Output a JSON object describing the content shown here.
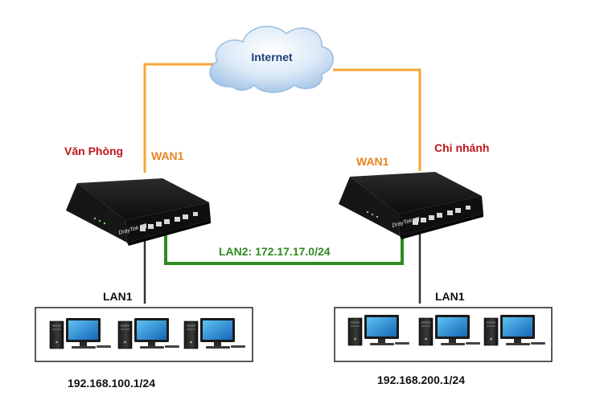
{
  "internet": {
    "label": "Internet"
  },
  "site_left": {
    "name": "Văn Phòng",
    "wan_label": "WAN1",
    "lan_label": "LAN1",
    "subnet": "192.168.100.1/24"
  },
  "site_right": {
    "name": "Chi nhánh",
    "wan_label": "WAN1",
    "lan_label": "LAN1",
    "subnet": "192.168.200.1/24"
  },
  "lan2_link": {
    "label": "LAN2: 172.17.17.0/24"
  },
  "router_brand": "DrayTek",
  "colors": {
    "wan_line": "#F5A636",
    "lan2_line": "#2E8B1E",
    "lan_line": "#333333",
    "site_name": "#C0141B",
    "wan_text": "#E8821E",
    "lan2_text": "#2E8B1E",
    "internet_text": "#1F3F7A"
  }
}
